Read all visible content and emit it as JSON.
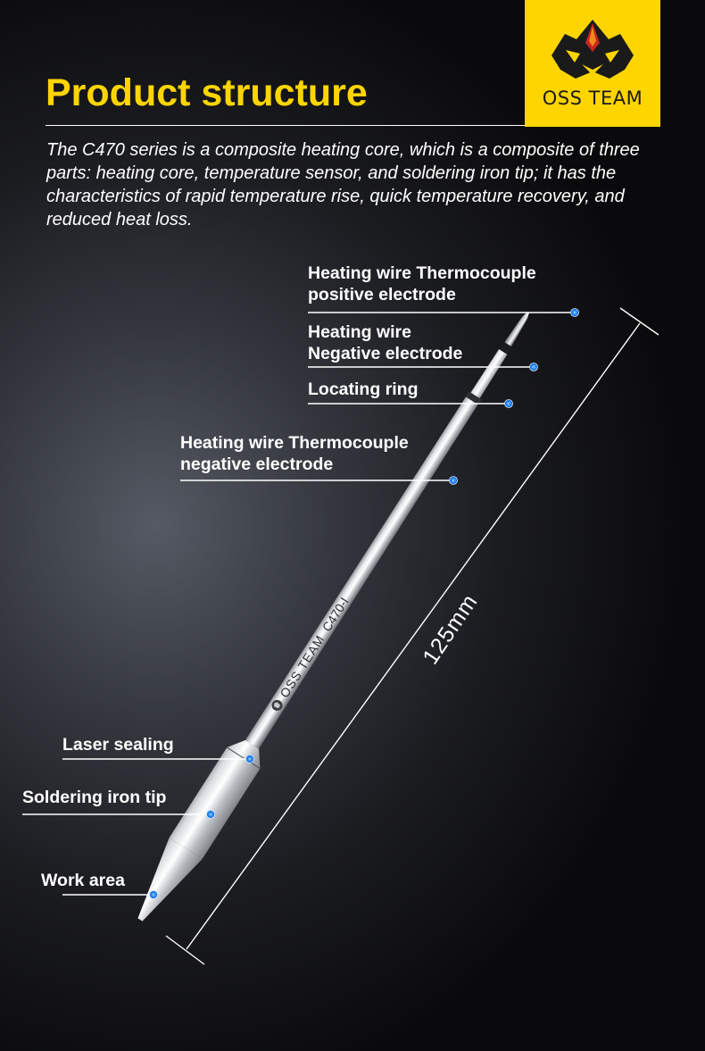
{
  "brand": {
    "name": "OSS TEAM",
    "accent_color": "#ffd500",
    "logo_icon": "tiger-face-icon"
  },
  "header": {
    "title": "Product structure",
    "description": "The C470 series is a composite heating core, which is a composite of three parts: heating core, temperature sensor, and soldering iron tip; it has the characteristics of rapid temperature rise, quick temperature recovery, and reduced heat loss."
  },
  "callouts": {
    "positive_electrode": {
      "line1": "Heating wire Thermocouple",
      "line2": "positive electrode"
    },
    "negative_electrode": {
      "line1": "Heating wire",
      "line2": "Negative electrode"
    },
    "locating_ring": {
      "line1": "Locating ring"
    },
    "thermocouple_negative": {
      "line1": "Heating wire Thermocouple",
      "line2": "negative electrode"
    },
    "laser_sealing": {
      "line1": "Laser sealing"
    },
    "soldering_tip": {
      "line1": "Soldering iron tip"
    },
    "work_area": {
      "line1": "Work area"
    }
  },
  "product": {
    "engraving_brand": "OSS TEAM",
    "engraving_model": "C470-I",
    "length": "125mm"
  },
  "marker_color": "#2a8cff"
}
